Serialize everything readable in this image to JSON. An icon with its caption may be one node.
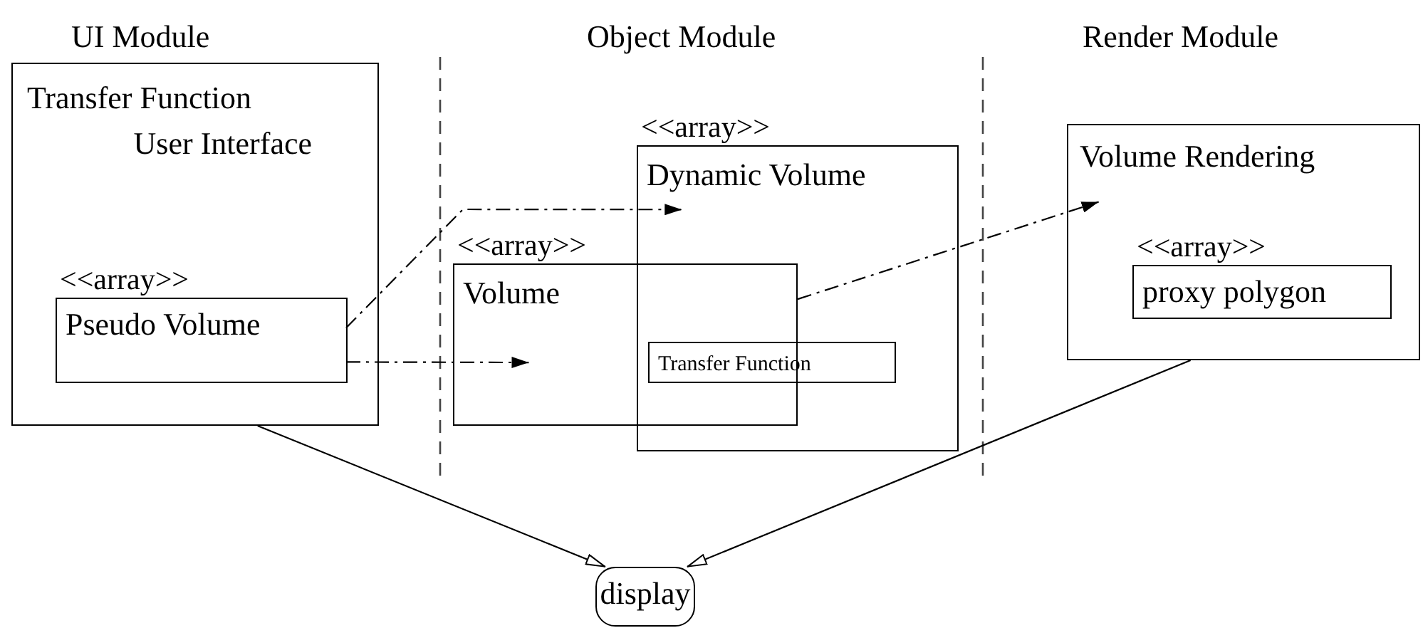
{
  "diagram": {
    "nodes": [
      {
        "text": [
          "Transfer Function User Interface"
        ]
      },
      {
        "text": [
          "<<array>>",
          "Pseudo Volume"
        ],
        "in": 0
      },
      {
        "text": [
          "<<array>>",
          "Dynamic Volume"
        ]
      },
      {
        "text": [
          "<<array>>",
          "Volume"
        ]
      },
      {
        "text": [
          "Transfer Function"
        ],
        "in": 2
      },
      {
        "text": [
          "Volume Rendering"
        ]
      },
      {
        "text": [
          "<<array>>",
          "proxy polygon"
        ],
        "in": 5
      },
      {
        "text": [
          "display"
        ]
      }
    ],
    "edges": [
      {
        "from": 1,
        "to": 2,
        "arrow": "to",
        "style": "dashed"
      },
      {
        "from": 1,
        "to": 3,
        "arrow": "to",
        "style": "dashed"
      },
      {
        "from": 3,
        "to": 5,
        "arrow": "to",
        "style": "dashed"
      },
      {
        "from": 0,
        "to": 7,
        "arrow": "to"
      },
      {
        "from": 5,
        "to": 7,
        "arrow": "to"
      }
    ],
    "labels": [
      "UI Module",
      "Object Module",
      "Render Module"
    ]
  }
}
